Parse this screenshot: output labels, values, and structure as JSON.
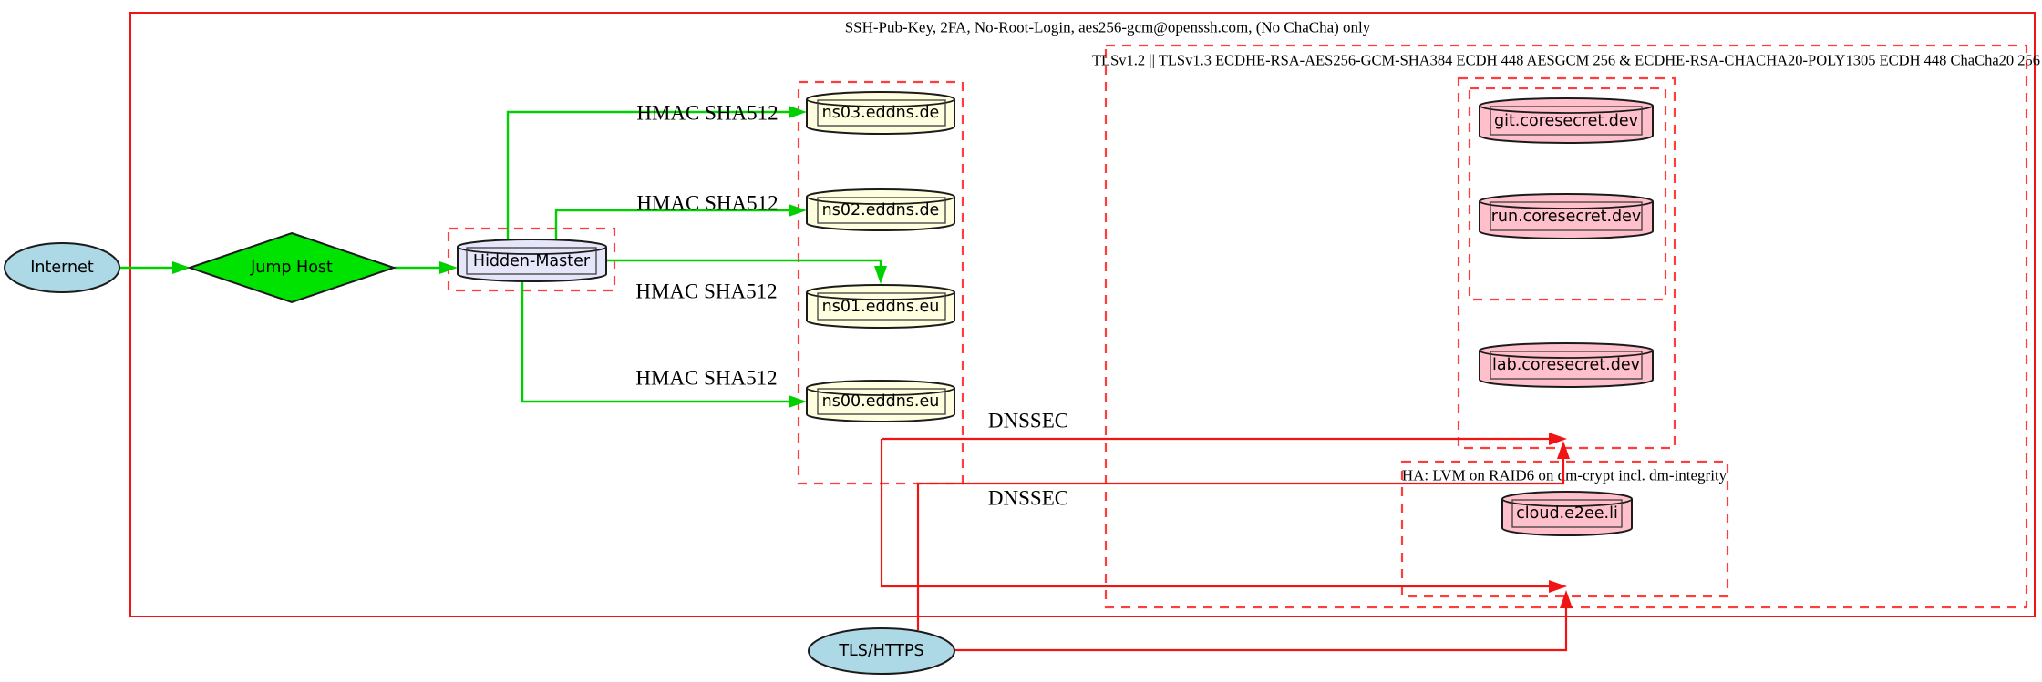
{
  "clusters": {
    "ssh": {
      "label": "SSH-Pub-Key, 2FA, No-Root-Login, aes256-gcm@openssh.com, (No ChaCha) only"
    },
    "tls": {
      "label": "TLSv1.2 || TLSv1.3 ECDHE-RSA-AES256-GCM-SHA384 ECDH 448 AESGCM 256 & ECDHE-RSA-CHACHA20-POLY1305 ECDH 448 ChaCha20 256"
    },
    "ha": {
      "label": "HA: LVM on RAID6 on dm-crypt incl. dm-integrity"
    }
  },
  "nodes": {
    "internet": {
      "label": "Internet",
      "shape": "ellipse"
    },
    "jump_host": {
      "label": "Jump Host",
      "shape": "diamond"
    },
    "hidden_master": {
      "label": "Hidden-Master",
      "shape": "cylinder"
    },
    "ns03": {
      "label": "ns03.eddns.de",
      "shape": "cylinder"
    },
    "ns02": {
      "label": "ns02.eddns.de",
      "shape": "cylinder"
    },
    "ns01": {
      "label": "ns01.eddns.eu",
      "shape": "cylinder"
    },
    "ns00": {
      "label": "ns00.eddns.eu",
      "shape": "cylinder"
    },
    "git": {
      "label": "git.coresecret.dev",
      "shape": "cylinder"
    },
    "run": {
      "label": "run.coresecret.dev",
      "shape": "cylinder"
    },
    "lab": {
      "label": "lab.coresecret.dev",
      "shape": "cylinder"
    },
    "cloud": {
      "label": "cloud.e2ee.li",
      "shape": "cylinder"
    },
    "tls_https": {
      "label": "TLS/HTTPS",
      "shape": "ellipse"
    }
  },
  "edges": {
    "hmac_ns03": "HMAC SHA512",
    "hmac_ns02": "HMAC SHA512",
    "hmac_ns01": "HMAC SHA512",
    "hmac_ns00": "HMAC SHA512",
    "dnssec_upper": "DNSSEC",
    "dnssec_lower": "DNSSEC"
  },
  "colors": {
    "green_edge": "#00cf00",
    "green_fill": "#00e300",
    "red_edge": "#f01414",
    "red_dash": "#ff3d3d",
    "blue_fill": "#add8e6",
    "lavender_fill": "#e6e6fa",
    "yellow_fill": "#ffffe0",
    "pink_fill": "#ffc0cb"
  }
}
